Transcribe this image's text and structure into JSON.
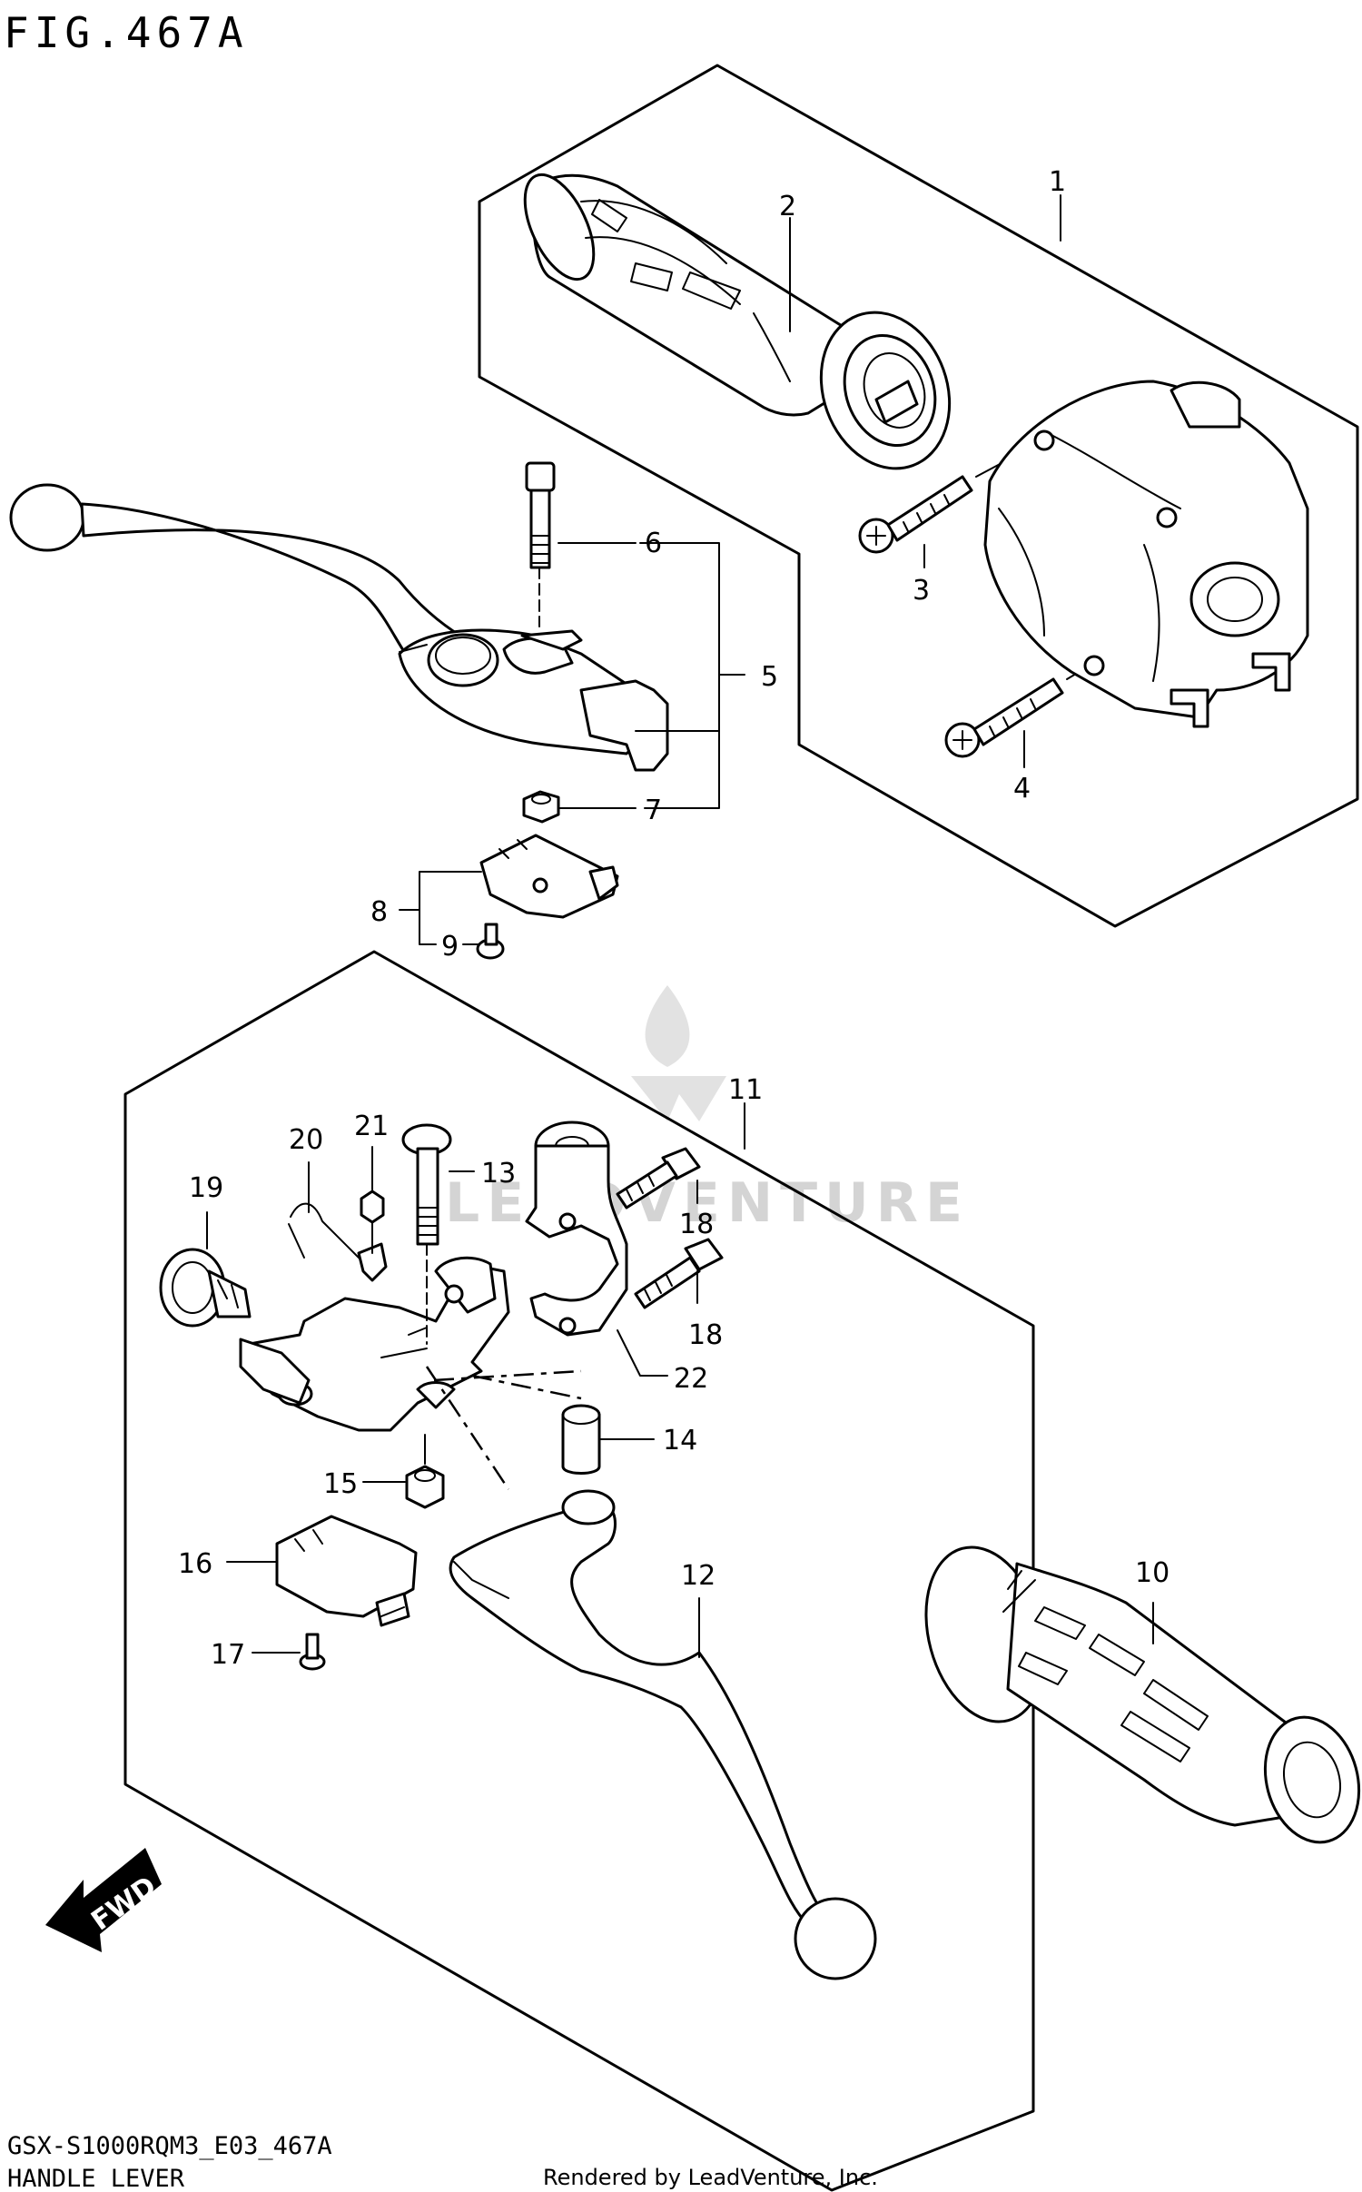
{
  "figure": {
    "title": "FIG.467A",
    "model_code": "GSX-S1000RQM3_E03_467A",
    "section_name": "HANDLE LEVER",
    "credit": "Rendered by LeadVenture, Inc.",
    "watermark": "LEADVENTURE",
    "direction_label": "FWD"
  },
  "callouts": [
    {
      "id": "1",
      "label": "1"
    },
    {
      "id": "2",
      "label": "2"
    },
    {
      "id": "3",
      "label": "3"
    },
    {
      "id": "4",
      "label": "4"
    },
    {
      "id": "5",
      "label": "5"
    },
    {
      "id": "6",
      "label": "6"
    },
    {
      "id": "7",
      "label": "7"
    },
    {
      "id": "8",
      "label": "8"
    },
    {
      "id": "9",
      "label": "9"
    },
    {
      "id": "10",
      "label": "10"
    },
    {
      "id": "11",
      "label": "11"
    },
    {
      "id": "12",
      "label": "12"
    },
    {
      "id": "13",
      "label": "13"
    },
    {
      "id": "14",
      "label": "14"
    },
    {
      "id": "15",
      "label": "15"
    },
    {
      "id": "16",
      "label": "16"
    },
    {
      "id": "17",
      "label": "17"
    },
    {
      "id": "18a",
      "label": "18"
    },
    {
      "id": "18b",
      "label": "18"
    },
    {
      "id": "19",
      "label": "19"
    },
    {
      "id": "20",
      "label": "20"
    },
    {
      "id": "21",
      "label": "21"
    },
    {
      "id": "22",
      "label": "22"
    }
  ]
}
